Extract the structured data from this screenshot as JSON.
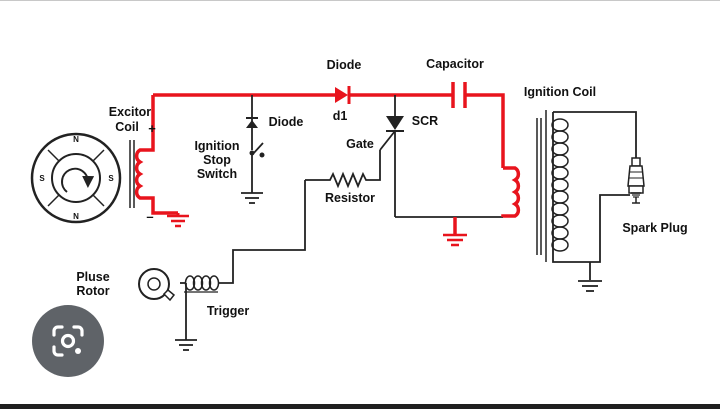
{
  "diagram": {
    "labels": {
      "excitor_coil": "Excitor\nCoil",
      "excitor_plus": "+",
      "excitor_minus": "–",
      "stator_n_top": "N",
      "stator_s_left": "S",
      "stator_s_right": "S",
      "stator_n_bottom": "N",
      "diode_top": "Diode",
      "d1": "d1",
      "diode_switch": "Diode",
      "ignition_stop_switch": "Ignition\nStop\nSwitch",
      "capacitor": "Capacitor",
      "scr": "SCR",
      "gate": "Gate",
      "resistor": "Resistor",
      "ignition_coil": "Ignition Coil",
      "spark_plug": "Spark Plug",
      "pulse_rotor": "Pluse\nRotor",
      "trigger": "Trigger"
    },
    "colors": {
      "high_voltage": "#e8141d",
      "low_voltage": "#222222",
      "background": "#ffffff"
    }
  },
  "overlay": {
    "lens_icon": "google-lens-icon"
  }
}
